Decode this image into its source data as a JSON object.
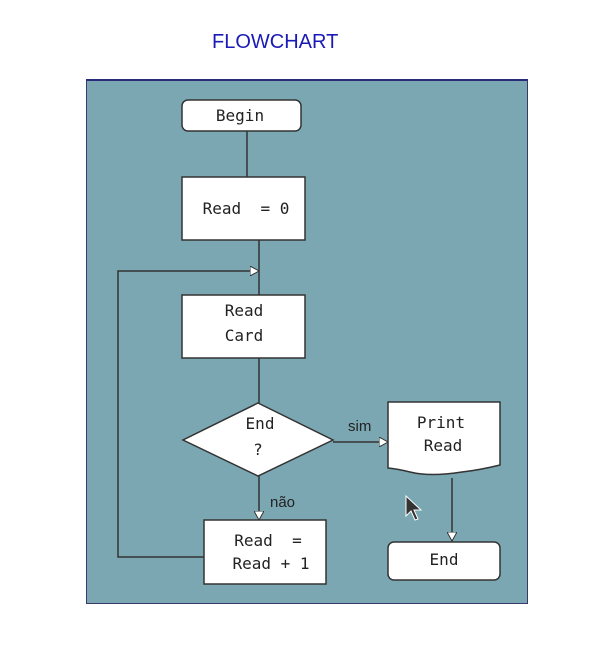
{
  "title": "FLOWCHART",
  "nodes": {
    "begin": "Begin",
    "init_line1": "Read  = 0",
    "readcard_line1": "Read",
    "readcard_line2": "Card",
    "decision_line1": "End",
    "decision_line2": "?",
    "increment_line1": "Read  =",
    "increment_line2": "Read + 1",
    "print_line1": "Print",
    "print_line2": "Read",
    "end": "End"
  },
  "edges": {
    "yes_label": "sim",
    "no_label": "não"
  },
  "colors": {
    "panel": "#7ba7b3",
    "title": "#1a1ab8",
    "node_fill": "#ffffff",
    "line": "#333333"
  }
}
